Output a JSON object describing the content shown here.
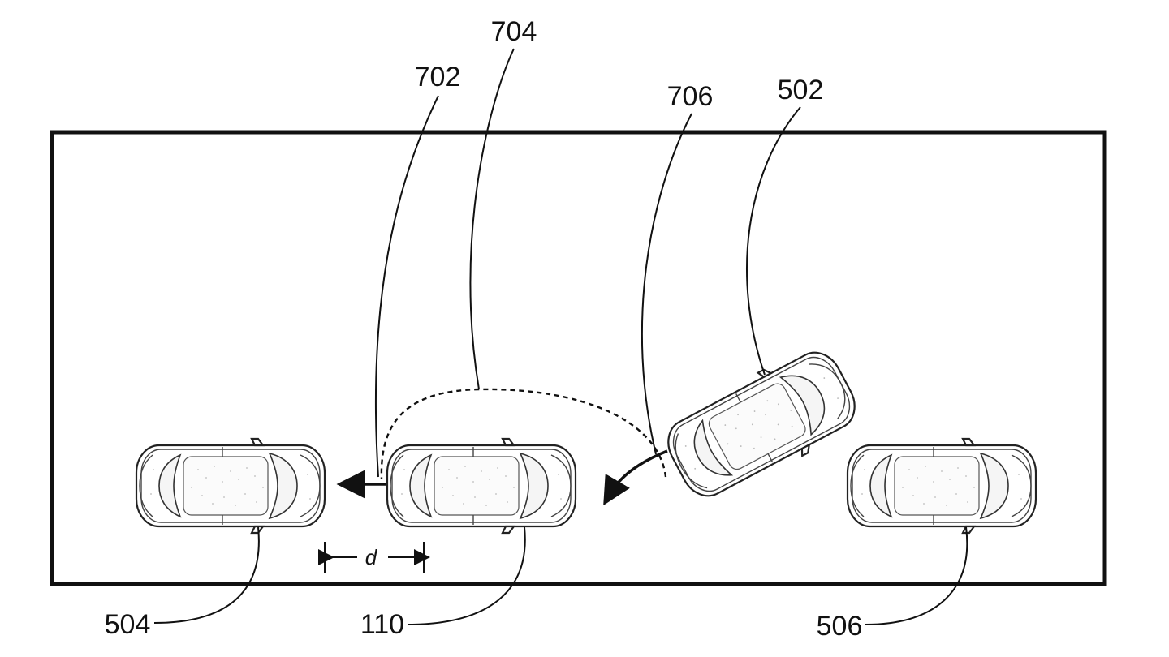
{
  "figure": {
    "reference_labels": {
      "r702": "702",
      "r704": "704",
      "r706": "706",
      "r502": "502",
      "r504": "504",
      "r110": "110",
      "r506": "506"
    },
    "distance_label": "d"
  }
}
